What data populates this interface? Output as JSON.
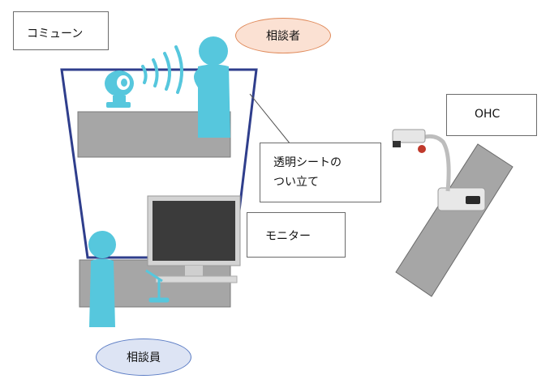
{
  "labels": {
    "komyunon": "コミューン",
    "consultant": "相談者",
    "sheet_line1": "透明シートの",
    "sheet_line2": "つい立て",
    "monitor": "モニター",
    "ohc": "OHC",
    "staff": "相談員"
  },
  "colors": {
    "person": "#56c7dd",
    "table": "#a6a6a6",
    "partition_border": "#2f3e8c",
    "oval_consultant_fill": "#fbe1d3",
    "oval_consultant_stroke": "#e08a5a",
    "oval_staff_fill": "#dde4f4",
    "oval_staff_stroke": "#5b7cc4",
    "monitor_screen": "#3a3a3a",
    "monitor_frame": "#c8c8c8"
  },
  "icons": [
    "person-icon",
    "speaker-icon",
    "sound-waves-icon",
    "microphone-icon",
    "monitor-icon",
    "overhead-camera-icon"
  ]
}
